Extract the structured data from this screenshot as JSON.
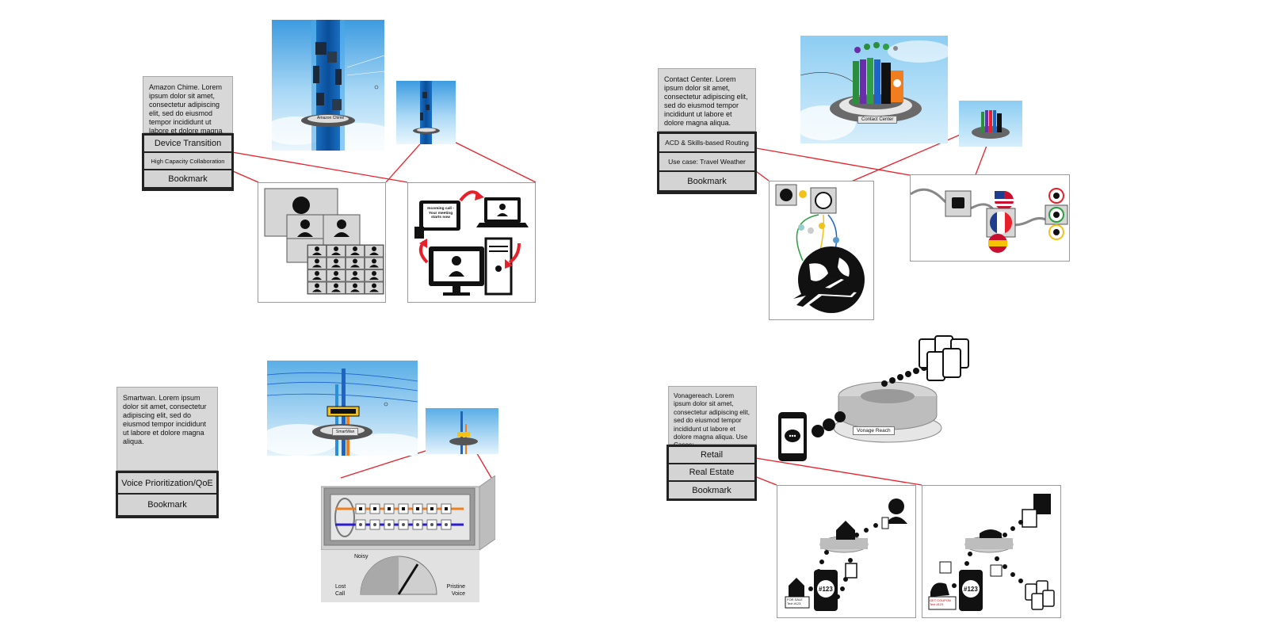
{
  "chime": {
    "description": "Amazon Chime. Lorem ipsum dolor sit amet, consectetur adipiscing elit, sed do eiusmod tempor incididunt ut labore et dolore magna aliqua.",
    "menu": [
      "Device Transition",
      "High Capacity Collaboration",
      "Bookmark"
    ],
    "tower_label": "Amazon Chime",
    "call_card": "Incoming call - Your meeting starts now"
  },
  "contact": {
    "description": "Contact Center. Lorem ipsum dolor sit amet, consectetur adipiscing elit, sed do eiusmod tempor incididunt ut labore et dolore magna aliqua.",
    "menu": [
      "ACD & Skills-based Routing",
      "Use case: Travel Weather",
      "Bookmark"
    ],
    "tower_label": "Contact Center"
  },
  "smartwan": {
    "description": "Smartwan. Lorem ipsum dolor sit amet, consectetur adipiscing elit, sed do eiusmod tempor incididunt ut labore et dolore magna aliqua.",
    "menu": [
      "Voice Prioritization/QoE",
      "Bookmark"
    ],
    "tower_label": "SmartWan",
    "gauge": {
      "top": "Noisy",
      "left": "Lost Call",
      "right": "Pristine Voice"
    }
  },
  "vonage": {
    "description": "Vonagereach. Lorem ipsum dolor sit amet, consectetur adipiscing elit, sed do eiusmod tempor incididunt ut labore et dolore magna aliqua. Use Cases:",
    "menu": [
      "Retail",
      "Real Estate",
      "Bookmark"
    ],
    "ring_label": "Vonage Reach",
    "phone_tag": "#123",
    "sale_sign": "FOR SALE Text #123",
    "coupon_sign": "GET COUPON Text #123"
  },
  "colors": {
    "connector": "#e8202a",
    "sky": "#7fc4ec",
    "panel_border": "#9a9a9a"
  }
}
